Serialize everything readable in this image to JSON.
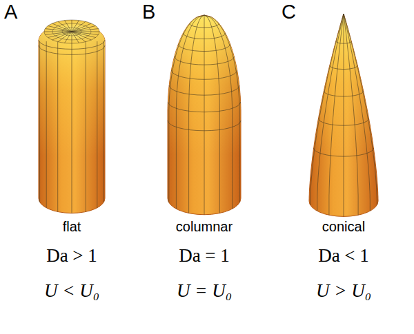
{
  "diagram": {
    "labels": [
      "A",
      "B",
      "C",
      "flat",
      "columnar",
      "conical",
      "Da > 1",
      "Da = 1",
      "Da < 1",
      "U < U₀",
      "U = U₀",
      "U > U₀"
    ]
  }
}
